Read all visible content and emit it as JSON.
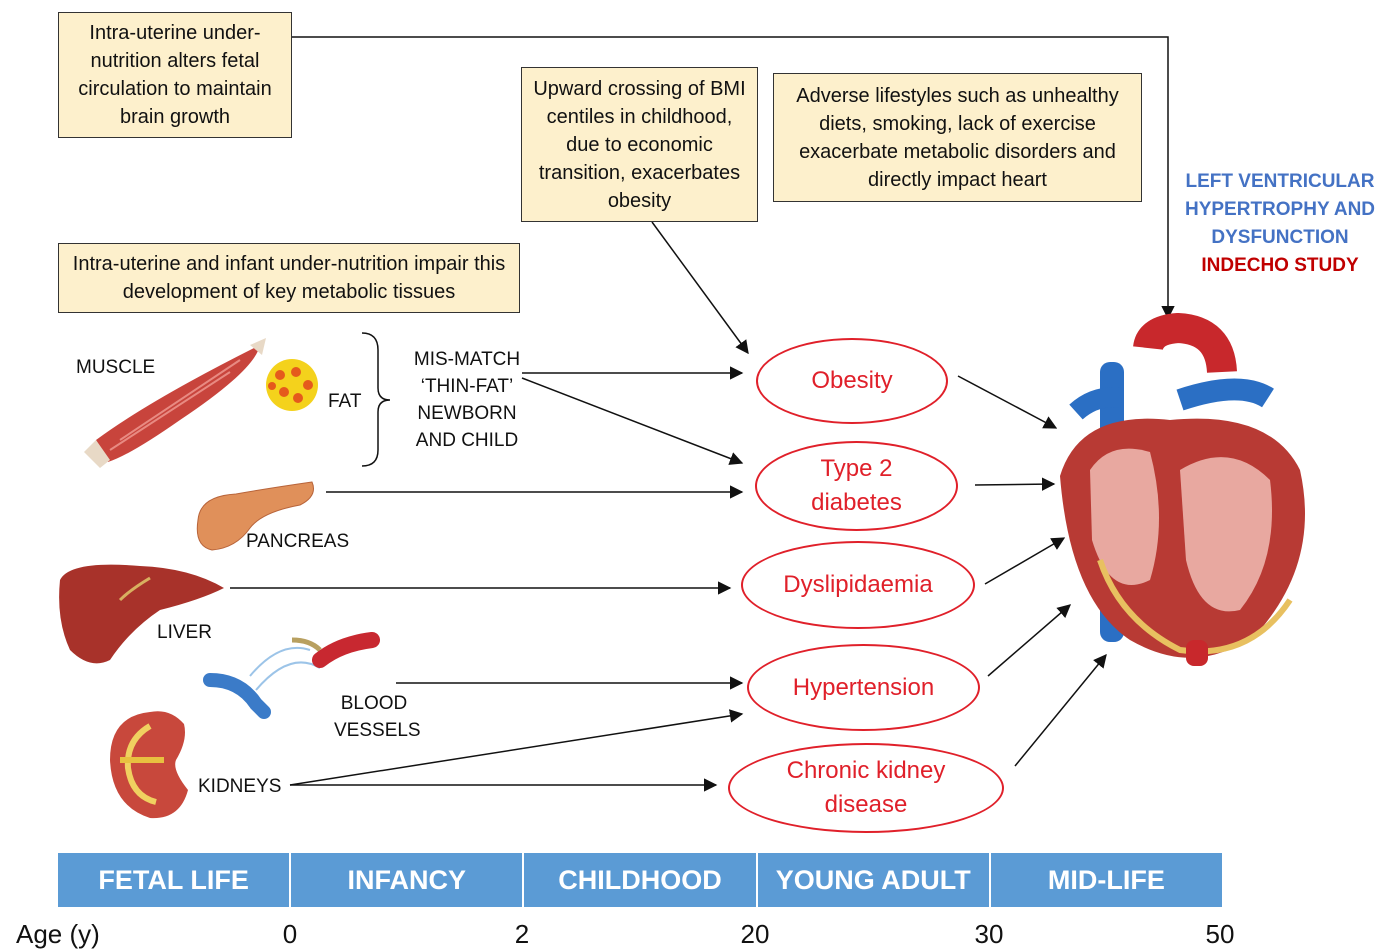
{
  "notes": {
    "fetal_circulation": "Intra-uterine under-nutrition alters fetal circulation to maintain brain growth",
    "bmi_crossing": "Upward crossing of BMI centiles in childhood, due to economic transition, exacerbates obesity",
    "lifestyles": "Adverse lifestyles such as unhealthy diets, smoking, lack of exercise exacerbate metabolic disorders and directly impact heart",
    "metabolic_tissues": "Intra-uterine and infant under-nutrition impair this development of key metabolic tissues"
  },
  "tissues": {
    "muscle": "MUSCLE",
    "fat": "FAT",
    "mismatch": "MIS-MATCH ‘THIN-FAT’ NEWBORN AND CHILD",
    "pancreas": "PANCREAS",
    "liver": "LIVER",
    "blood_vessels": "BLOOD VESSELS",
    "kidneys": "KIDNEYS"
  },
  "conditions": {
    "obesity": "Obesity",
    "diabetes": "Type 2 diabetes",
    "dyslipidaemia": "Dyslipidaemia",
    "hypertension": "Hypertension",
    "ckd": "Chronic kidney disease"
  },
  "outcome": {
    "line1": "LEFT VENTRICULAR",
    "line2": "HYPERTROPHY AND",
    "line3": "DYSFUNCTION",
    "study": "INDECHO STUDY",
    "color_primary": "#4472c4",
    "color_study": "#c00000"
  },
  "timeline": {
    "age_label": "Age (y)",
    "stages": [
      "FETAL LIFE",
      "INFANCY",
      "CHILDHOOD",
      "YOUNG ADULT",
      "MID-LIFE"
    ],
    "ticks": [
      "0",
      "2",
      "20",
      "30",
      "50"
    ],
    "color": "#5b9bd5"
  },
  "accent_color": "#e0202a"
}
